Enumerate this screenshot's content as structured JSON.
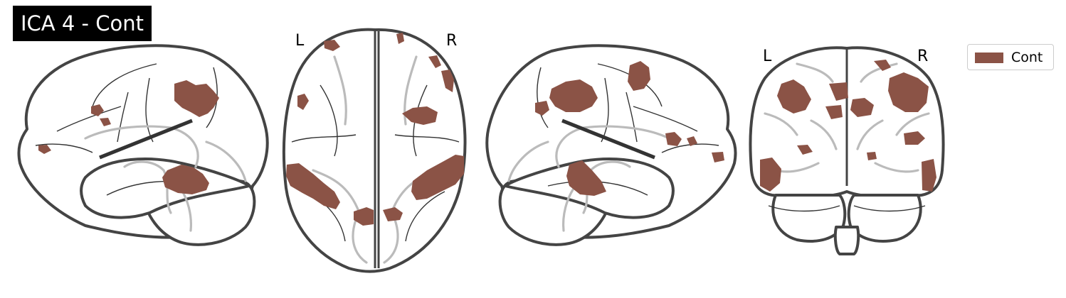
{
  "title": "ICA 4 - Cont",
  "legend": {
    "label": "Cont",
    "color": "#8b5346"
  },
  "views": {
    "axial": {
      "left_label": "L",
      "right_label": "R"
    },
    "coronal": {
      "left_label": "L",
      "right_label": "R"
    }
  },
  "colors": {
    "outline": "#444444",
    "deep_structures": "#bbbbbb",
    "title_bg": "#000000"
  }
}
